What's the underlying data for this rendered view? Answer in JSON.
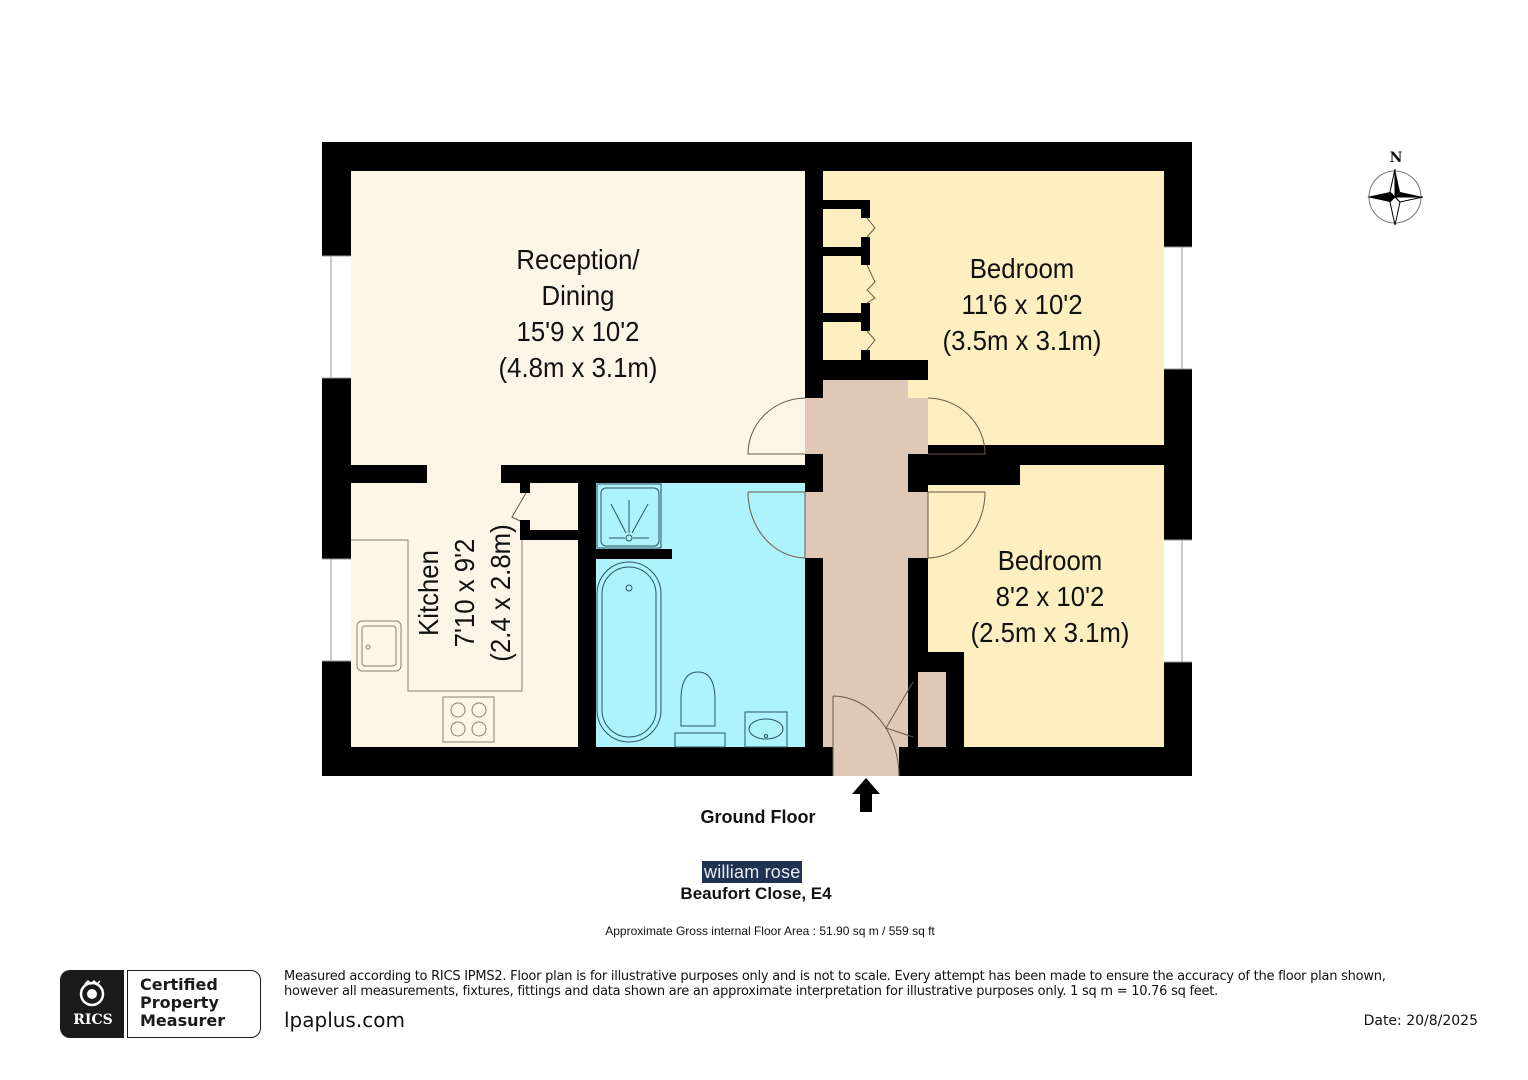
{
  "floor_plan": {
    "floor_title": "Ground Floor",
    "rooms": [
      {
        "id": "reception",
        "name": "Reception/",
        "name2": "Dining",
        "imperial": "15'9 x 10'2",
        "metric": "(4.8m x 3.1m)",
        "color": "#fdf5e8"
      },
      {
        "id": "bedroom1",
        "name": "Bedroom",
        "imperial": "11'6 x 10'2",
        "metric": "(3.5m x 3.1m)",
        "color": "#fdefc0"
      },
      {
        "id": "kitchen",
        "name": "Kitchen",
        "imperial": "7'10 x 9'2",
        "metric": "(2.4 x 2.8m)",
        "color": "#fdf5e8"
      },
      {
        "id": "bedroom2",
        "name": "Bedroom",
        "imperial": "8'2 x 10'2",
        "metric": "(2.5m x 3.1m)",
        "color": "#fdefc0"
      },
      {
        "id": "bathroom",
        "name": "",
        "color": "#aef3fc"
      },
      {
        "id": "hallway",
        "name": "",
        "color": "#dfc9b6"
      }
    ],
    "colors": {
      "wall": "#000000",
      "window": "#ffffff",
      "fixture_line": "#2a5560",
      "door_line": "#6b5a46"
    },
    "entrance_icon": "arrow-up-icon",
    "compass": {
      "label": "N",
      "icon": "compass-rose-icon"
    }
  },
  "branding": {
    "agent": "william rose",
    "address": "Beaufort Close, E4",
    "area": "Approximate Gross internal Floor Area : 51.90 sq m / 559 sq ft"
  },
  "footer": {
    "badge": {
      "org": "RICS",
      "line1": "Certified",
      "line2": "Property",
      "line3": "Measurer"
    },
    "disclaimer_line1": "Measured according to RICS IPMS2. Floor plan is for illustrative purposes only and is not to scale. Every attempt has been made to ensure the accuracy of the floor plan shown,",
    "disclaimer_line2": "however all measurements, fixtures, fittings and data shown are an approximate interpretation for illustrative purposes only. 1 sq m = 10.76 sq feet.",
    "website": "lpaplus.com",
    "date": "Date: 20/8/2025"
  }
}
